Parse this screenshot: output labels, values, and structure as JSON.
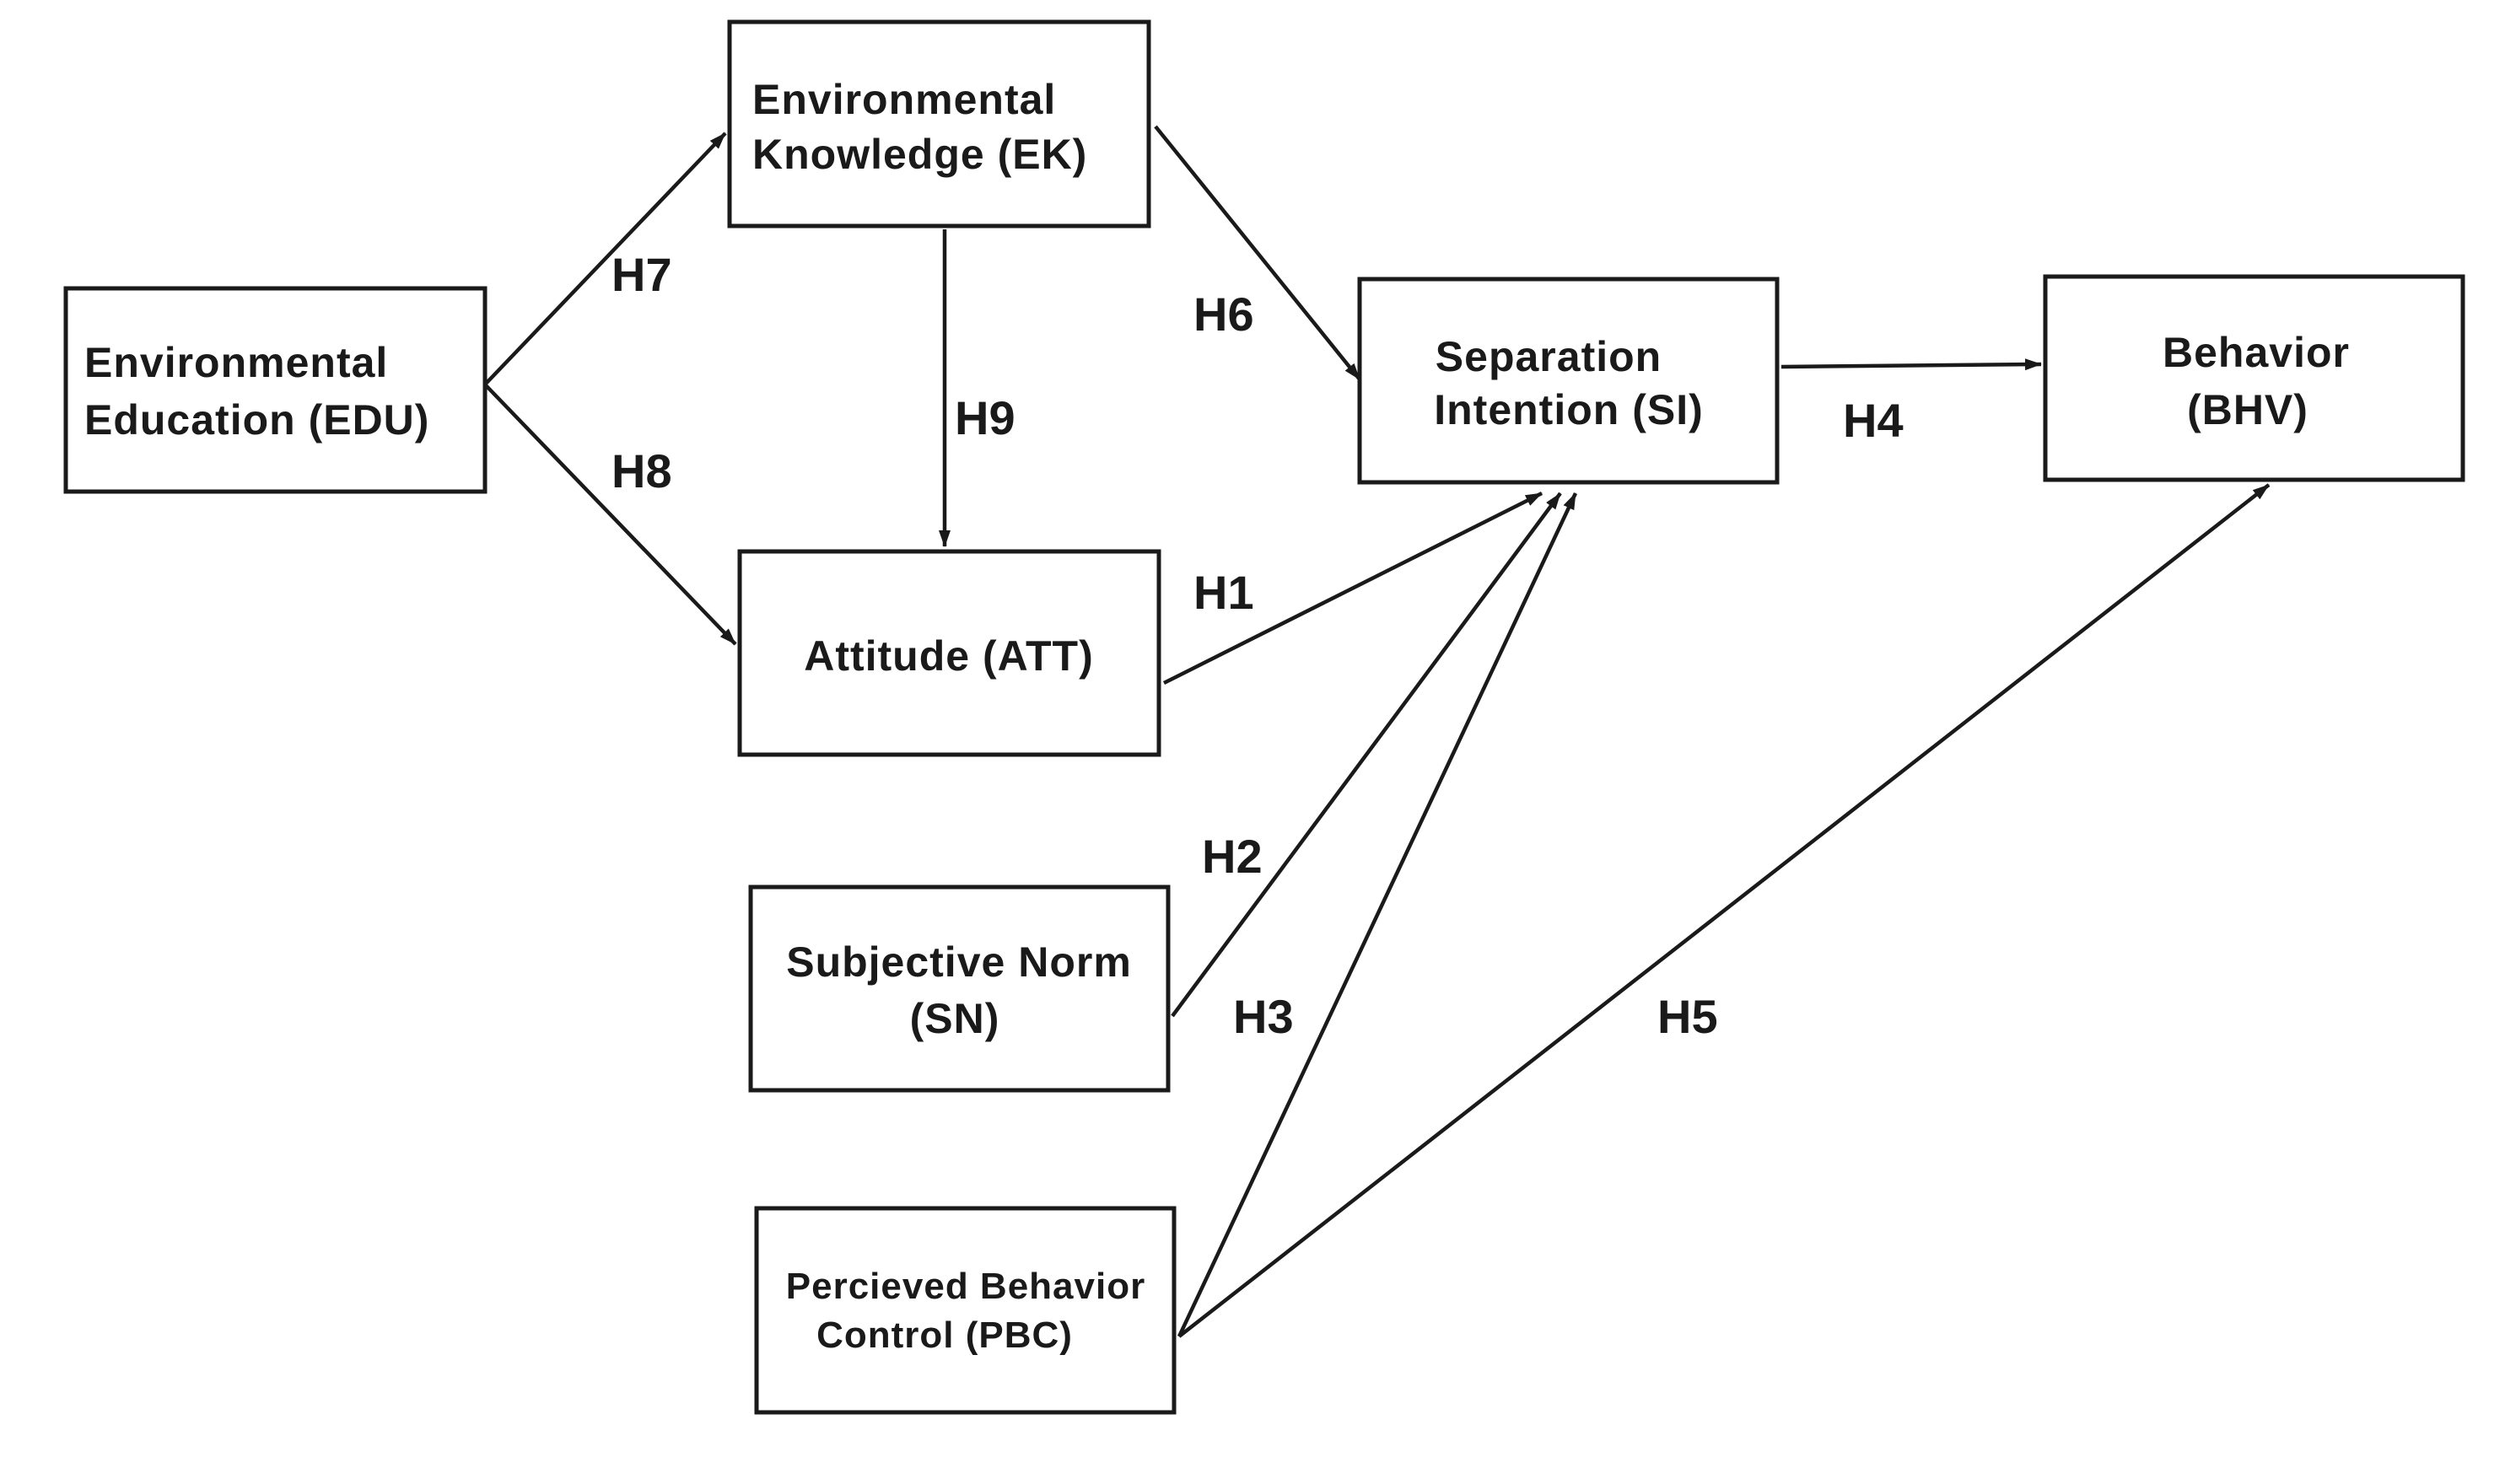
{
  "nodes": {
    "edu": {
      "lines": [
        "Environmental",
        "Education (EDU)"
      ]
    },
    "ek": {
      "lines": [
        "Environmental",
        "Knowledge (EK)"
      ]
    },
    "att": {
      "lines": [
        "Attitude (ATT)"
      ]
    },
    "sn": {
      "lines": [
        "Subjective Norm",
        "(SN)"
      ]
    },
    "pbc": {
      "lines": [
        "Percieved Behavior",
        "Control (PBC)"
      ]
    },
    "si": {
      "lines": [
        "Separation",
        "Intention (SI)"
      ]
    },
    "bhv": {
      "lines": [
        "Behavior",
        "(BHV)"
      ]
    }
  },
  "edges": [
    {
      "id": "h1",
      "from": "att",
      "to": "si",
      "label": "H1"
    },
    {
      "id": "h2",
      "from": "sn",
      "to": "si",
      "label": "H2"
    },
    {
      "id": "h3",
      "from": "pbc",
      "to": "si",
      "label": "H3"
    },
    {
      "id": "h4",
      "from": "si",
      "to": "bhv",
      "label": "H4"
    },
    {
      "id": "h5",
      "from": "pbc",
      "to": "bhv",
      "label": "H5"
    },
    {
      "id": "h6",
      "from": "ek",
      "to": "si",
      "label": "H6"
    },
    {
      "id": "h7",
      "from": "edu",
      "to": "ek",
      "label": "H7"
    },
    {
      "id": "h8",
      "from": "edu",
      "to": "att",
      "label": "H8"
    },
    {
      "id": "h9",
      "from": "ek",
      "to": "att",
      "label": "H9"
    }
  ]
}
